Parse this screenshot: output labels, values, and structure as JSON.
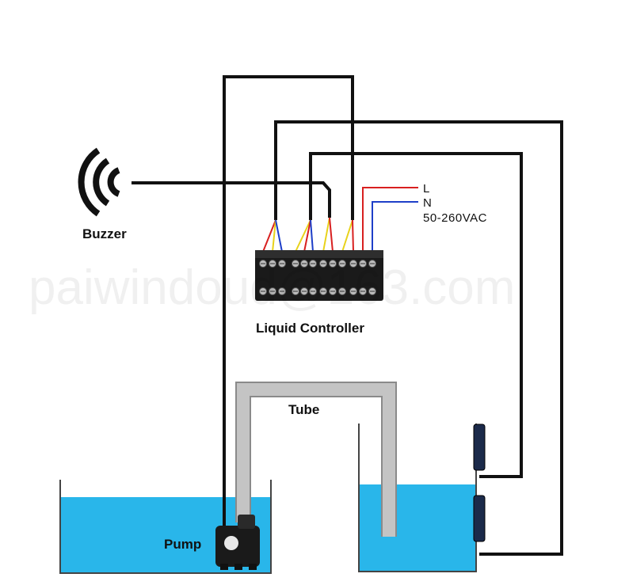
{
  "labels": {
    "buzzer": "Buzzer",
    "controller": "Liquid Controller",
    "tube": "Tube",
    "pump": "Pump",
    "line_l": "L",
    "line_n": "N",
    "supply": "50-260VAC"
  },
  "watermark": "paiwindoud@163.com",
  "colors": {
    "wire_main": "#111111",
    "wire_red": "#d82020",
    "wire_blue": "#1e3fc8",
    "wire_yellow": "#e8d21a",
    "water": "#29b6ea",
    "tube": "#c4c4c4",
    "controller_body": "#1a1a1a"
  },
  "icons": {
    "buzzer": "sound-waves-icon"
  }
}
